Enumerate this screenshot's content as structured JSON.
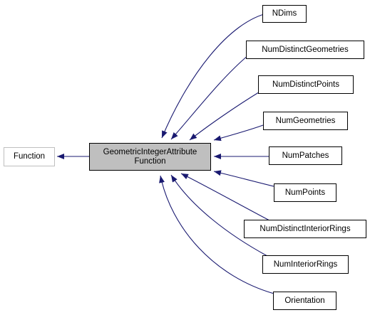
{
  "diagram": {
    "colors": {
      "edge": "#191970",
      "node_border": "#000000",
      "external_border": "#bfbfbf",
      "current_fill": "#bfbfbf"
    },
    "base": {
      "label": "Function"
    },
    "current": {
      "line1": "GeometricIntegerAttribute",
      "line2": "Function"
    },
    "children": [
      {
        "id": "ndims",
        "label": "NDims"
      },
      {
        "id": "num-distinct-geometries",
        "label": "NumDistinctGeometries"
      },
      {
        "id": "num-distinct-points",
        "label": "NumDistinctPoints"
      },
      {
        "id": "num-geometries",
        "label": "NumGeometries"
      },
      {
        "id": "num-patches",
        "label": "NumPatches"
      },
      {
        "id": "num-points",
        "label": "NumPoints"
      },
      {
        "id": "num-distinct-interior-rings",
        "label": "NumDistinctInteriorRings"
      },
      {
        "id": "num-interior-rings",
        "label": "NumInteriorRings"
      },
      {
        "id": "orientation",
        "label": "Orientation"
      }
    ]
  }
}
